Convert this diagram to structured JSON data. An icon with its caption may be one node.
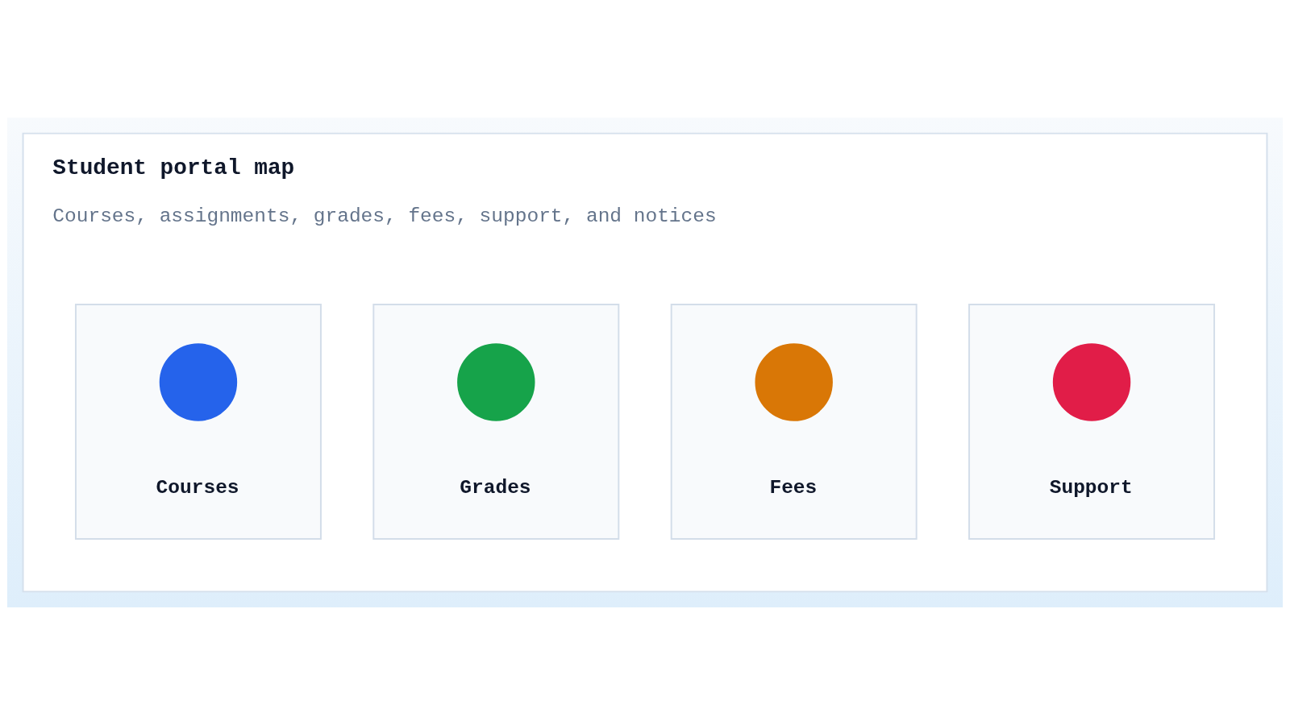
{
  "diagram": {
    "nodes": [
      {
        "text": [
          "Student portal map",
          "Courses, assignments, grades, fees, support, and notices"
        ]
      },
      {
        "text": [
          "Courses"
        ],
        "in": 0
      },
      {
        "text": [],
        "shape": "circle",
        "in": 1
      },
      {
        "text": [
          "Grades"
        ],
        "in": 0
      },
      {
        "text": [],
        "shape": "circle",
        "in": 3
      },
      {
        "text": [
          "Fees"
        ],
        "in": 0
      },
      {
        "text": [],
        "shape": "circle",
        "in": 5
      },
      {
        "text": [
          "Support"
        ],
        "in": 0
      },
      {
        "text": [],
        "shape": "circle",
        "in": 7
      }
    ]
  }
}
